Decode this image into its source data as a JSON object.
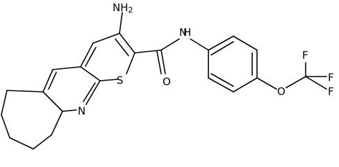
{
  "molecule": {
    "atoms": {
      "nh2": "NH",
      "nh2_sub": "2",
      "amide_n": "N",
      "amide_h": "H",
      "amide_o": "O",
      "thiophene_s": "S",
      "pyridine_n": "N",
      "ether_o": "O",
      "f1": "F",
      "f2": "F",
      "f3": "F"
    }
  },
  "colors": {
    "bond": "#000000",
    "label": "#000000",
    "background": "#ffffff"
  }
}
